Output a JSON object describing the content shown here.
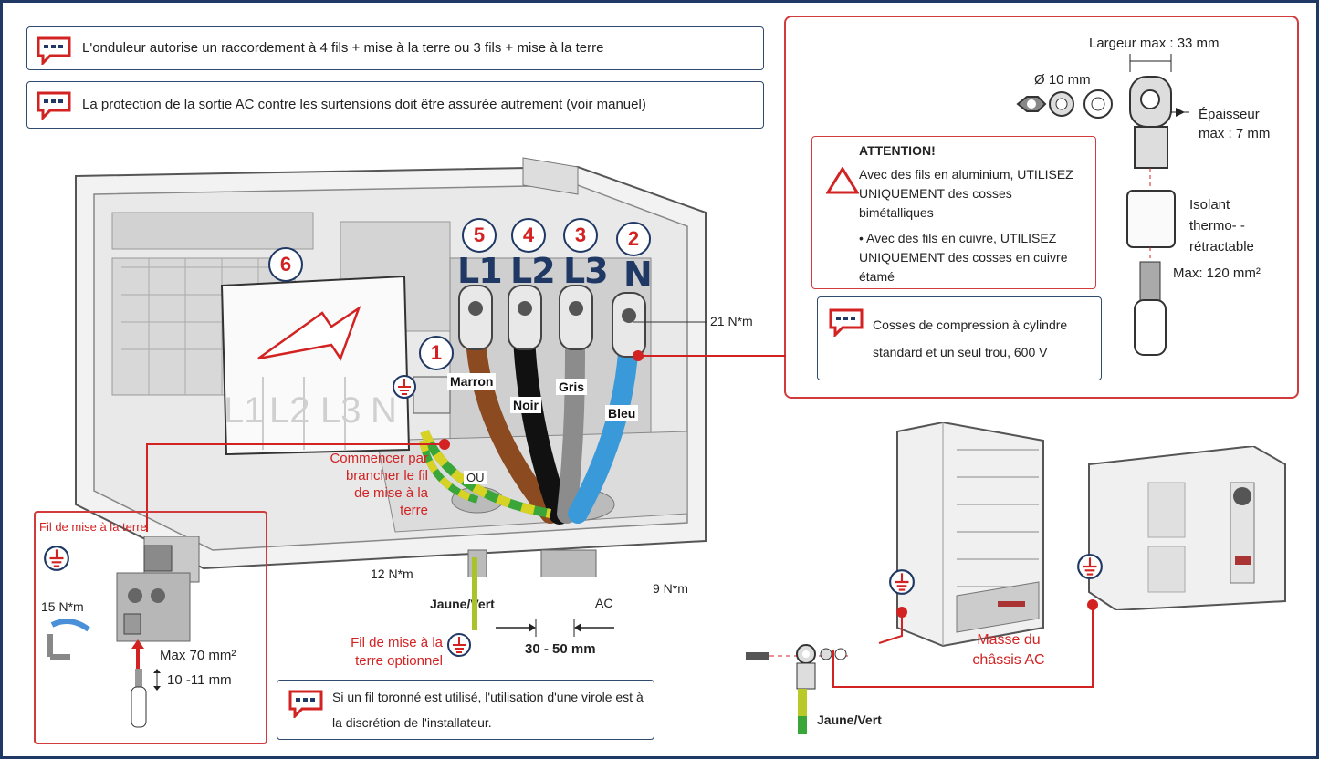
{
  "notes": {
    "connection": "L'onduleur autorise un raccordement à 4 fils + mise à la terre ou 3 fils + mise à la terre",
    "protection": "La protection de la sortie AC contre les surtensions doit être assurée autrement (voir manuel)",
    "ferrule": "Si un fil toronné est utilisé, l'utilisation d'une virole est à la discrétion de l'installateur.",
    "lugs": "Cosses de compression à cylindre standard et un seul trou, 600 V"
  },
  "terminals": [
    {
      "num": "5",
      "label": "L1"
    },
    {
      "num": "4",
      "label": "L2"
    },
    {
      "num": "3",
      "label": "L3"
    },
    {
      "num": "2",
      "label": "N"
    }
  ],
  "cover": {
    "num": "6",
    "labels": [
      "L1",
      "L2",
      "L3",
      "N"
    ]
  },
  "ground_num": "1",
  "wires": {
    "brown": "Marron",
    "black": "Noir",
    "grey": "Gris",
    "blue": "Bleu",
    "or": "OU"
  },
  "torque": {
    "terminals": "21 N*m",
    "gland_left": "12 N*m",
    "gland_right": "9 N*m",
    "ground_block": "15 N*m"
  },
  "instruction_ground": "Commencer par brancher le fil de mise à la terre",
  "yellow_green": "Jaune/Vert",
  "ac": "AC",
  "cable_range": "30 - 50 mm",
  "optional_ground": "Fil de mise à la terre optionnel",
  "ground_wire_title": "Fil de mise à la terre",
  "max_70": "Max 70 mm²",
  "strip_len": "10 -11 mm",
  "lug": {
    "width": "Largeur max : 33 mm",
    "diameter": "Ø 10 mm",
    "thickness": "Épaisseur max : 7 mm",
    "sleeve": "Isolant thermo- -rétractable",
    "max_120": "Max: 120 mm²"
  },
  "attention": {
    "title": "ATTENTION!",
    "aluminium": "Avec des fils en aluminium, UTILISEZ UNIQUEMENT des cosses bimétalliques",
    "copper": "• Avec des fils en cuivre, UTILISEZ UNIQUEMENT des cosses en cuivre étamé"
  },
  "chassis": "Masse du châssis AC",
  "chassis_wire": "Jaune/Vert",
  "colors": {
    "frame": "#1f3864",
    "accent": "#d32222",
    "brown": "#8b4a1f",
    "black": "#111111",
    "grey": "#8c8c8c",
    "blue": "#3a9ad9",
    "yellow": "#d8d224",
    "green": "#3aa63a"
  }
}
